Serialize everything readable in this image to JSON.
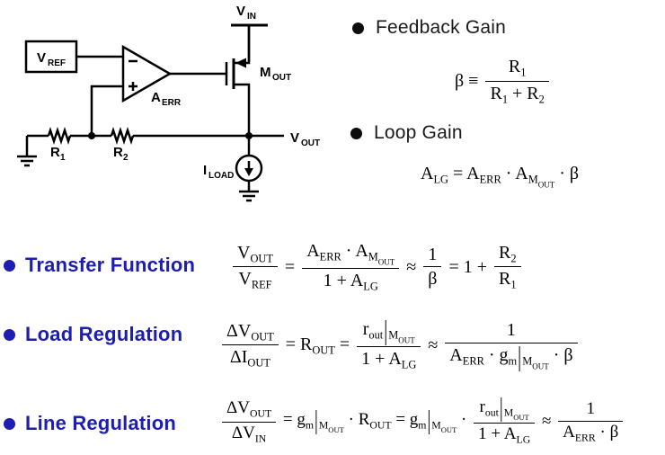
{
  "palette": {
    "accent_blue": "#1d1db2",
    "ink": "#000000",
    "background": "#ffffff"
  },
  "circuit": {
    "labels": {
      "vin": {
        "main": "V",
        "sub": "IN"
      },
      "vref": {
        "main": "V",
        "sub": "REF"
      },
      "aerr": {
        "main": "A",
        "sub": "ERR"
      },
      "mout": {
        "main": "M",
        "sub": "OUT"
      },
      "vout": {
        "main": "V",
        "sub": "OUT"
      },
      "r1": {
        "main": "R",
        "sub": "1"
      },
      "r2": {
        "main": "R",
        "sub": "2"
      },
      "iload": {
        "main": "I",
        "sub": "LOAD"
      }
    }
  },
  "sections": {
    "feedback_gain": {
      "label": "Feedback Gain",
      "formula": [
        {
          "m": "β ≡ "
        },
        {
          "f": {
            "n": [
              {
                "m": "R"
              },
              {
                "s": "1"
              }
            ],
            "d": [
              {
                "m": "R"
              },
              {
                "s": "1"
              },
              {
                "m": " + R"
              },
              {
                "s": "2"
              }
            ]
          }
        }
      ]
    },
    "loop_gain": {
      "label": "Loop Gain",
      "formula": [
        {
          "m": "A"
        },
        {
          "s": "LG"
        },
        {
          "m": " = A"
        },
        {
          "s": "ERR"
        },
        {
          "m": " · A"
        },
        {
          "s": "M"
        },
        {
          "ss": "OUT"
        },
        {
          "m": " · β"
        }
      ]
    },
    "transfer_function": {
      "label": "Transfer Function",
      "formula": [
        {
          "f": {
            "n": [
              {
                "m": "V"
              },
              {
                "s": "OUT"
              }
            ],
            "d": [
              {
                "m": "V"
              },
              {
                "s": "REF"
              }
            ]
          }
        },
        {
          "m": " = "
        },
        {
          "f": {
            "n": [
              {
                "m": "A"
              },
              {
                "s": "ERR"
              },
              {
                "m": " · A"
              },
              {
                "s": "M"
              },
              {
                "ss": "OUT"
              }
            ],
            "d": [
              {
                "m": "1 + A"
              },
              {
                "s": "LG"
              }
            ]
          }
        },
        {
          "m": " ≈ "
        },
        {
          "f": {
            "n": [
              {
                "m": "1"
              }
            ],
            "d": [
              {
                "m": "β"
              }
            ]
          }
        },
        {
          "m": " = 1 + "
        },
        {
          "f": {
            "n": [
              {
                "m": "R"
              },
              {
                "s": "2"
              }
            ],
            "d": [
              {
                "m": "R"
              },
              {
                "s": "1"
              }
            ]
          }
        }
      ]
    },
    "load_regulation": {
      "label": "Load Regulation",
      "formula": [
        {
          "f": {
            "n": [
              {
                "m": "ΔV"
              },
              {
                "s": "OUT"
              }
            ],
            "d": [
              {
                "m": "ΔI"
              },
              {
                "s": "OUT"
              }
            ]
          }
        },
        {
          "m": " = R"
        },
        {
          "s": "OUT"
        },
        {
          "m": " = "
        },
        {
          "f": {
            "n": [
              {
                "m": "r"
              },
              {
                "s": "out"
              },
              {
                "b": "|"
              },
              {
                "s": "M"
              },
              {
                "ss": "OUT"
              }
            ],
            "d": [
              {
                "m": "1 + A"
              },
              {
                "s": "LG"
              }
            ]
          }
        },
        {
          "m": " ≈ "
        },
        {
          "f": {
            "n": [
              {
                "m": "1"
              }
            ],
            "d": [
              {
                "m": "A"
              },
              {
                "s": "ERR"
              },
              {
                "m": " · g"
              },
              {
                "s": "m"
              },
              {
                "b": "|"
              },
              {
                "s": "M"
              },
              {
                "ss": "OUT"
              },
              {
                "m": " · β"
              }
            ]
          }
        }
      ]
    },
    "line_regulation": {
      "label": "Line Regulation",
      "formula": [
        {
          "f": {
            "n": [
              {
                "m": "ΔV"
              },
              {
                "s": "OUT"
              }
            ],
            "d": [
              {
                "m": "ΔV"
              },
              {
                "s": "IN"
              }
            ]
          }
        },
        {
          "m": " = g"
        },
        {
          "s": "m"
        },
        {
          "b": "|"
        },
        {
          "s": "M"
        },
        {
          "ss": "OUT"
        },
        {
          "m": " · R"
        },
        {
          "s": "OUT"
        },
        {
          "m": " = g"
        },
        {
          "s": "m"
        },
        {
          "b": "|"
        },
        {
          "s": "M"
        },
        {
          "ss": "OUT"
        },
        {
          "m": " · "
        },
        {
          "f": {
            "n": [
              {
                "m": "r"
              },
              {
                "s": "out"
              },
              {
                "b": "|"
              },
              {
                "s": "M"
              },
              {
                "ss": "OUT"
              }
            ],
            "d": [
              {
                "m": "1 + A"
              },
              {
                "s": "LG"
              }
            ]
          }
        },
        {
          "m": " ≈ "
        },
        {
          "f": {
            "n": [
              {
                "m": "1"
              }
            ],
            "d": [
              {
                "m": "A"
              },
              {
                "s": "ERR"
              },
              {
                "m": " · β"
              }
            ]
          }
        }
      ]
    }
  }
}
